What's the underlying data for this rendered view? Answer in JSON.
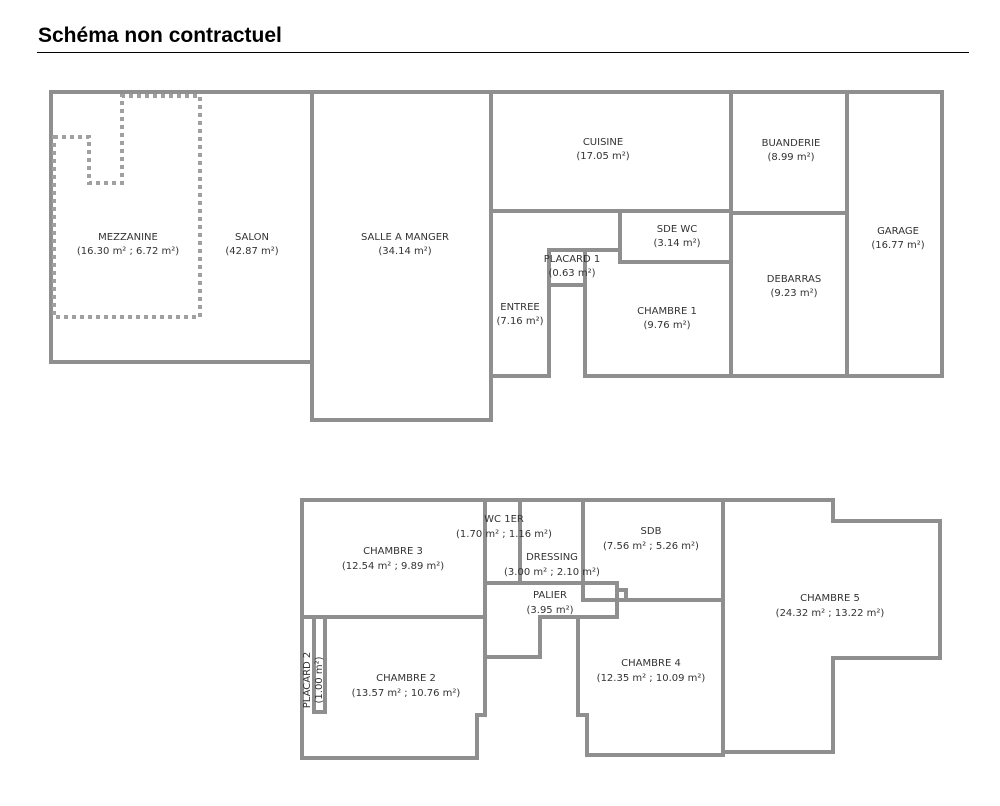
{
  "title": "Schéma non contractuel",
  "ground_floor": {
    "rooms": [
      {
        "name": "MEZZANINE",
        "area": "(16.30 m² ; 6.72 m²)"
      },
      {
        "name": "SALON",
        "area": "(42.87 m²)"
      },
      {
        "name": "SALLE A MANGER",
        "area": "(34.14 m²)"
      },
      {
        "name": "CUISINE",
        "area": "(17.05 m²)"
      },
      {
        "name": "BUANDERIE",
        "area": "(8.99 m²)"
      },
      {
        "name": "SDE WC",
        "area": "(3.14 m²)"
      },
      {
        "name": "PLACARD 1",
        "area": "(0.63 m²)"
      },
      {
        "name": "ENTREE",
        "area": "(7.16 m²)"
      },
      {
        "name": "CHAMBRE 1",
        "area": "(9.76 m²)"
      },
      {
        "name": "DEBARRAS",
        "area": "(9.23 m²)"
      },
      {
        "name": "GARAGE",
        "area": "(16.77 m²)"
      }
    ]
  },
  "upper_floor": {
    "rooms": [
      {
        "name": "WC 1ER",
        "area": "(1.70 m² ; 1.16 m²)"
      },
      {
        "name": "CHAMBRE 3",
        "area": "(12.54 m² ; 9.89 m²)"
      },
      {
        "name": "DRESSING",
        "area": "(3.00 m² ; 2.10 m²)"
      },
      {
        "name": "SDB",
        "area": "(7.56 m² ; 5.26 m²)"
      },
      {
        "name": "PALIER",
        "area": "(3.95 m²)"
      },
      {
        "name": "CHAMBRE 5",
        "area": "(24.32 m² ; 13.22 m²)"
      },
      {
        "name": "PLACARD 2",
        "area": "(1.00 m²)"
      },
      {
        "name": "CHAMBRE 4",
        "area": "(12.35 m² ; 10.09 m²)"
      },
      {
        "name": "CHAMBRE 2",
        "area": "(13.57 m² ; 10.76 m²)"
      }
    ]
  },
  "colors": {
    "wall": "#8f8f8f",
    "mezzanine_outline": "#a0a0a0"
  }
}
